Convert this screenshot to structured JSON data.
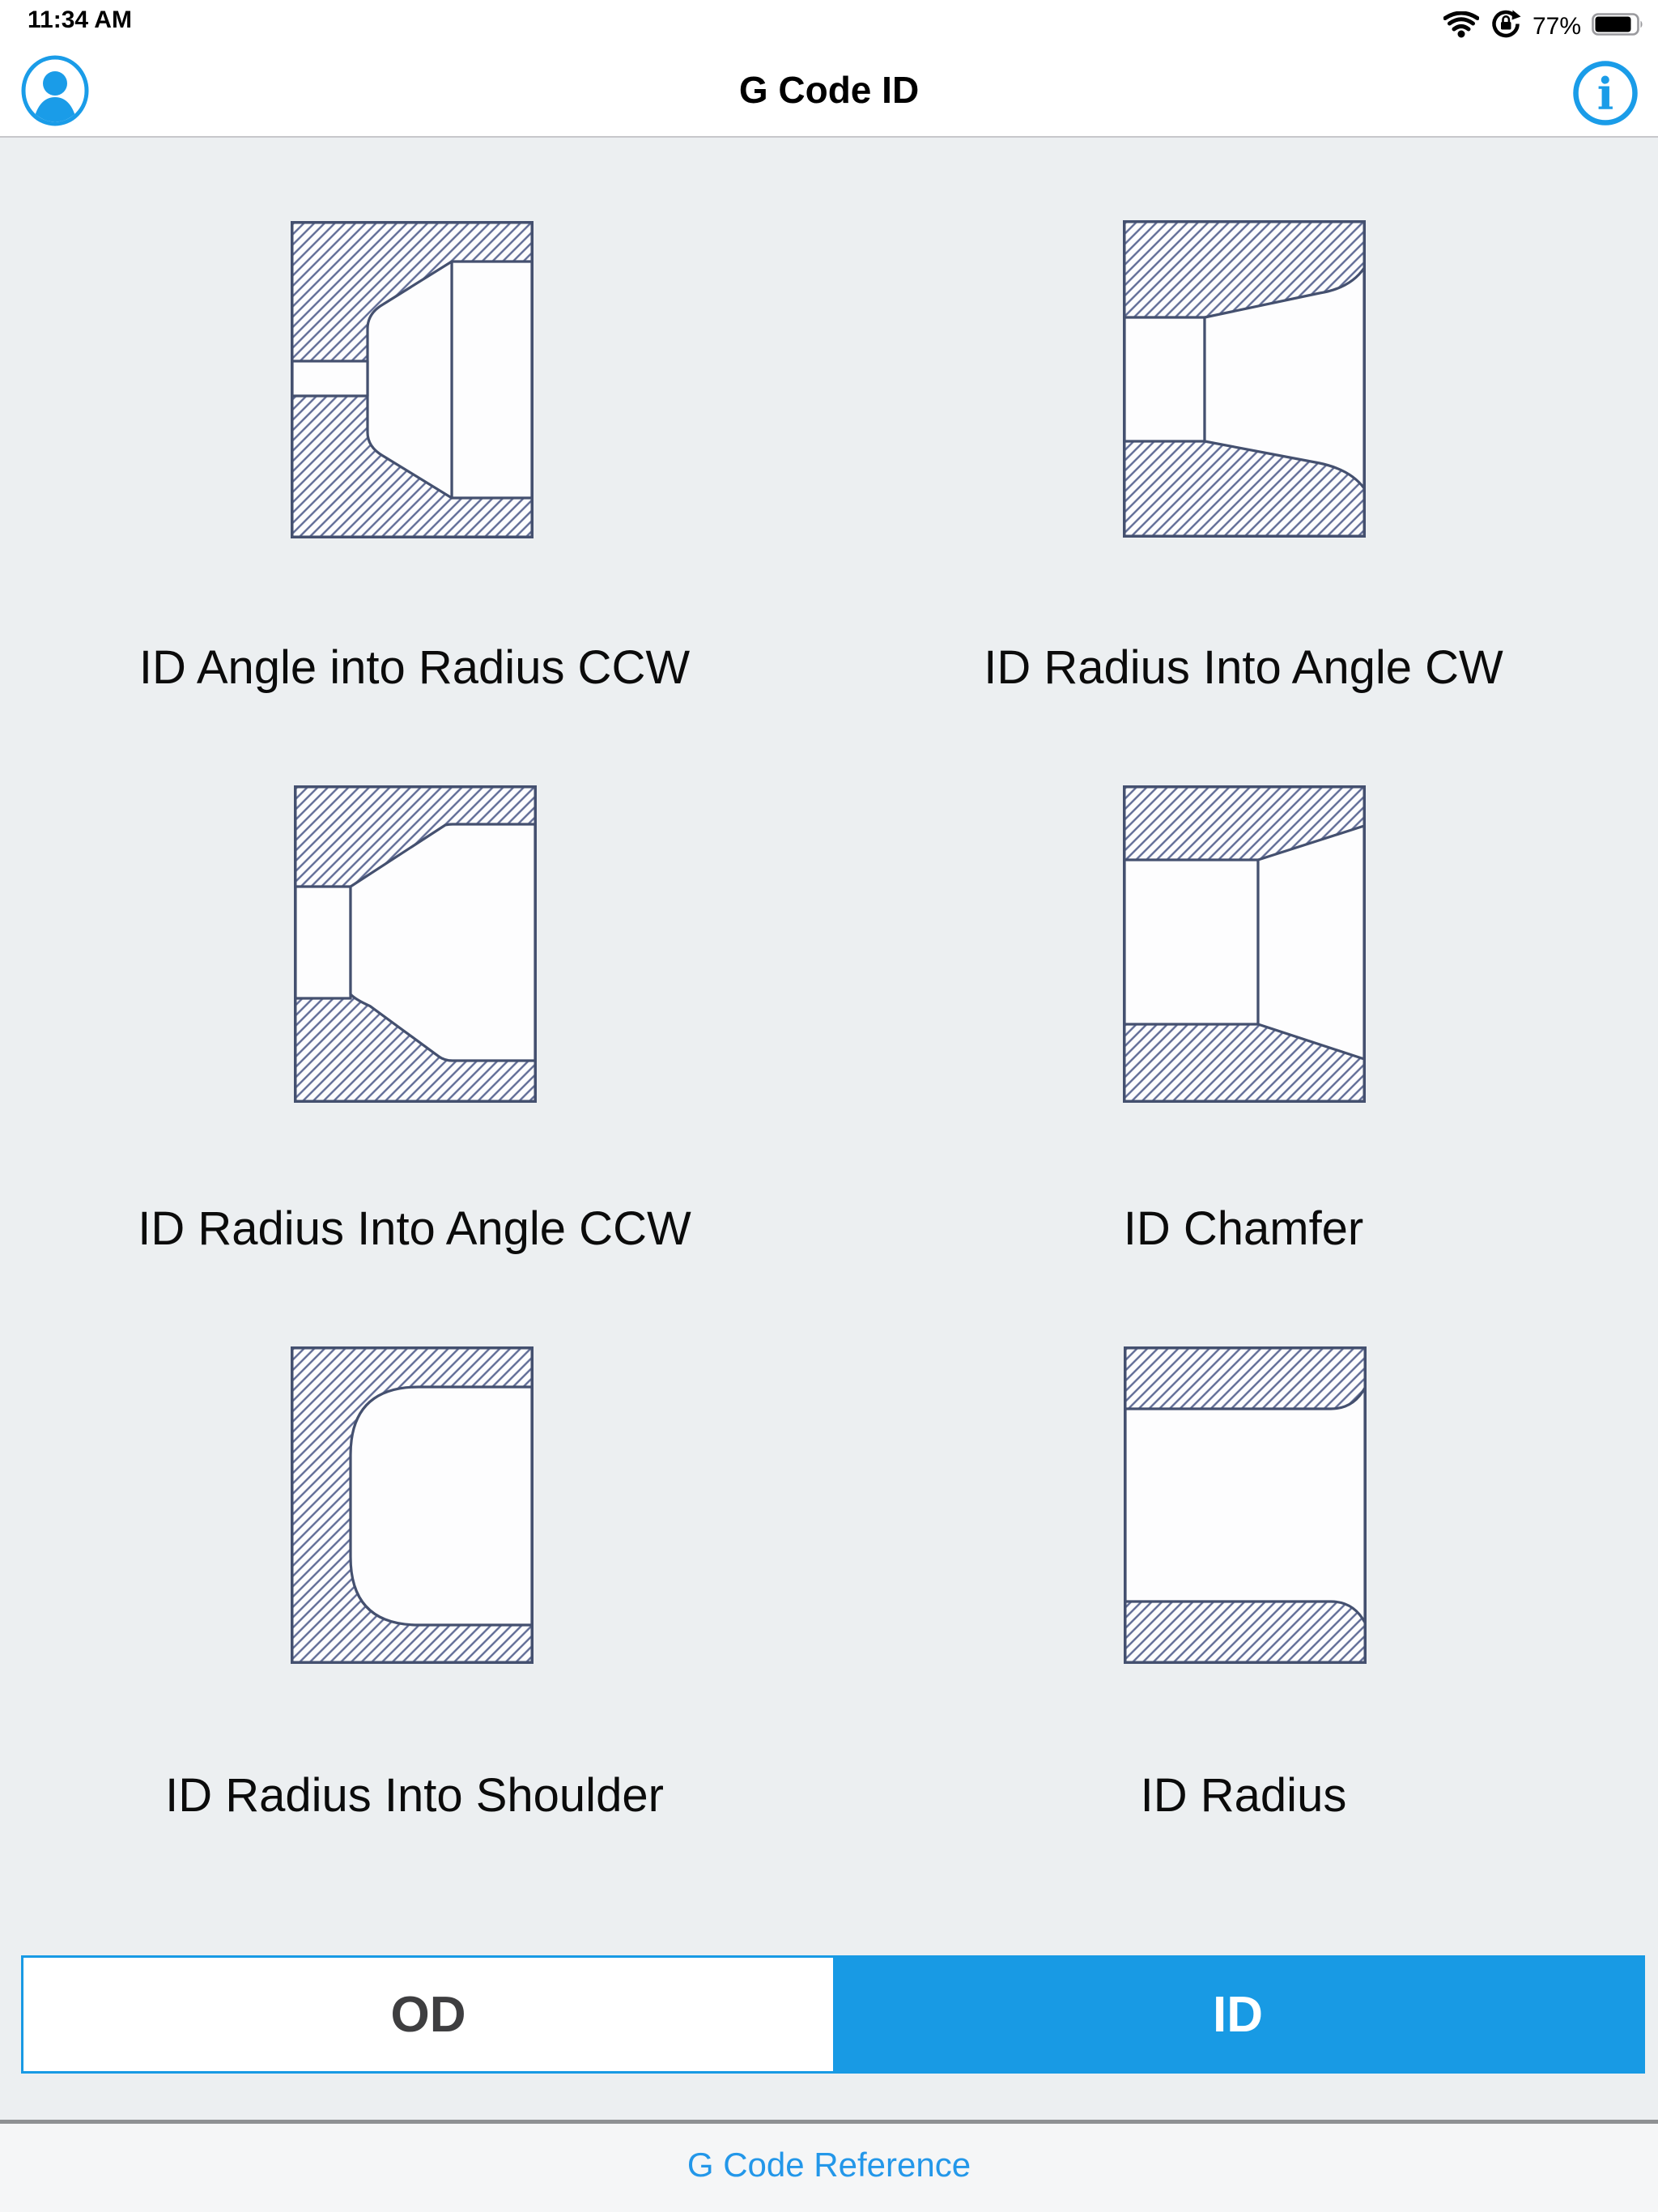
{
  "status": {
    "time": "11:34 AM",
    "battery": "77%",
    "icons": [
      "wifi-icon",
      "rotation-lock-icon",
      "battery-icon"
    ]
  },
  "nav": {
    "title": "G Code ID",
    "left_icon": "user-avatar-icon",
    "right_icon": "info-icon"
  },
  "cards": [
    {
      "label": "ID Angle into Radius CCW"
    },
    {
      "label": "ID Radius Into Angle CW"
    },
    {
      "label": "ID Radius Into Angle CCW"
    },
    {
      "label": "ID Chamfer"
    },
    {
      "label": "ID Radius Into Shoulder"
    },
    {
      "label": "ID Radius"
    }
  ],
  "segmented": {
    "od_label": "OD",
    "id_label": "ID",
    "selected": "ID"
  },
  "footer": {
    "link_label": "G Code Reference"
  },
  "colors": {
    "accent_blue": "#189ae4",
    "link_blue": "#2397e9",
    "outline_navy": "#44506f",
    "hatch_line": "#606c96",
    "page_background": "#eceff1",
    "footer_background": "#f5f6f7"
  }
}
